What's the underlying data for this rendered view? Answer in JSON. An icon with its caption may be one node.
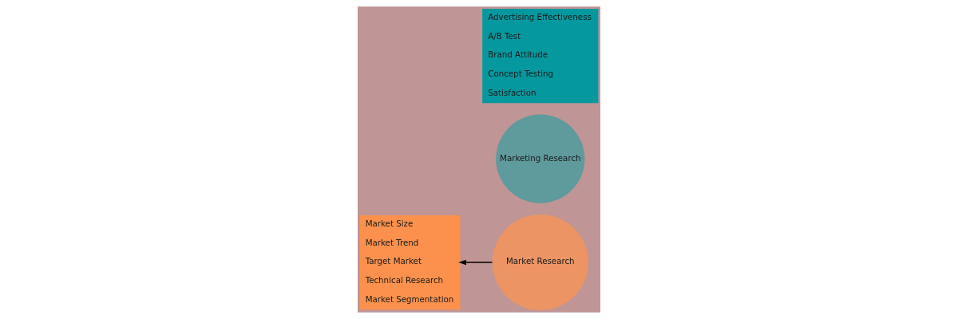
{
  "diagram": {
    "nodes": [
      {
        "text": [
          "Market Research"
        ]
      },
      {
        "text": [
          "Marketing Research"
        ]
      },
      {
        "text": [
          "Market Size",
          "Market Trend",
          "Target Market",
          "Technical Research",
          "Market Segmentation"
        ]
      },
      {
        "text": [
          "Advertising Effectiveness",
          "A/B Test",
          "Brand Attitude",
          "Concept Testing",
          "Satisfaction"
        ]
      }
    ],
    "edges": [
      {
        "from": 0,
        "to": 2,
        "arrow": "to"
      }
    ]
  }
}
